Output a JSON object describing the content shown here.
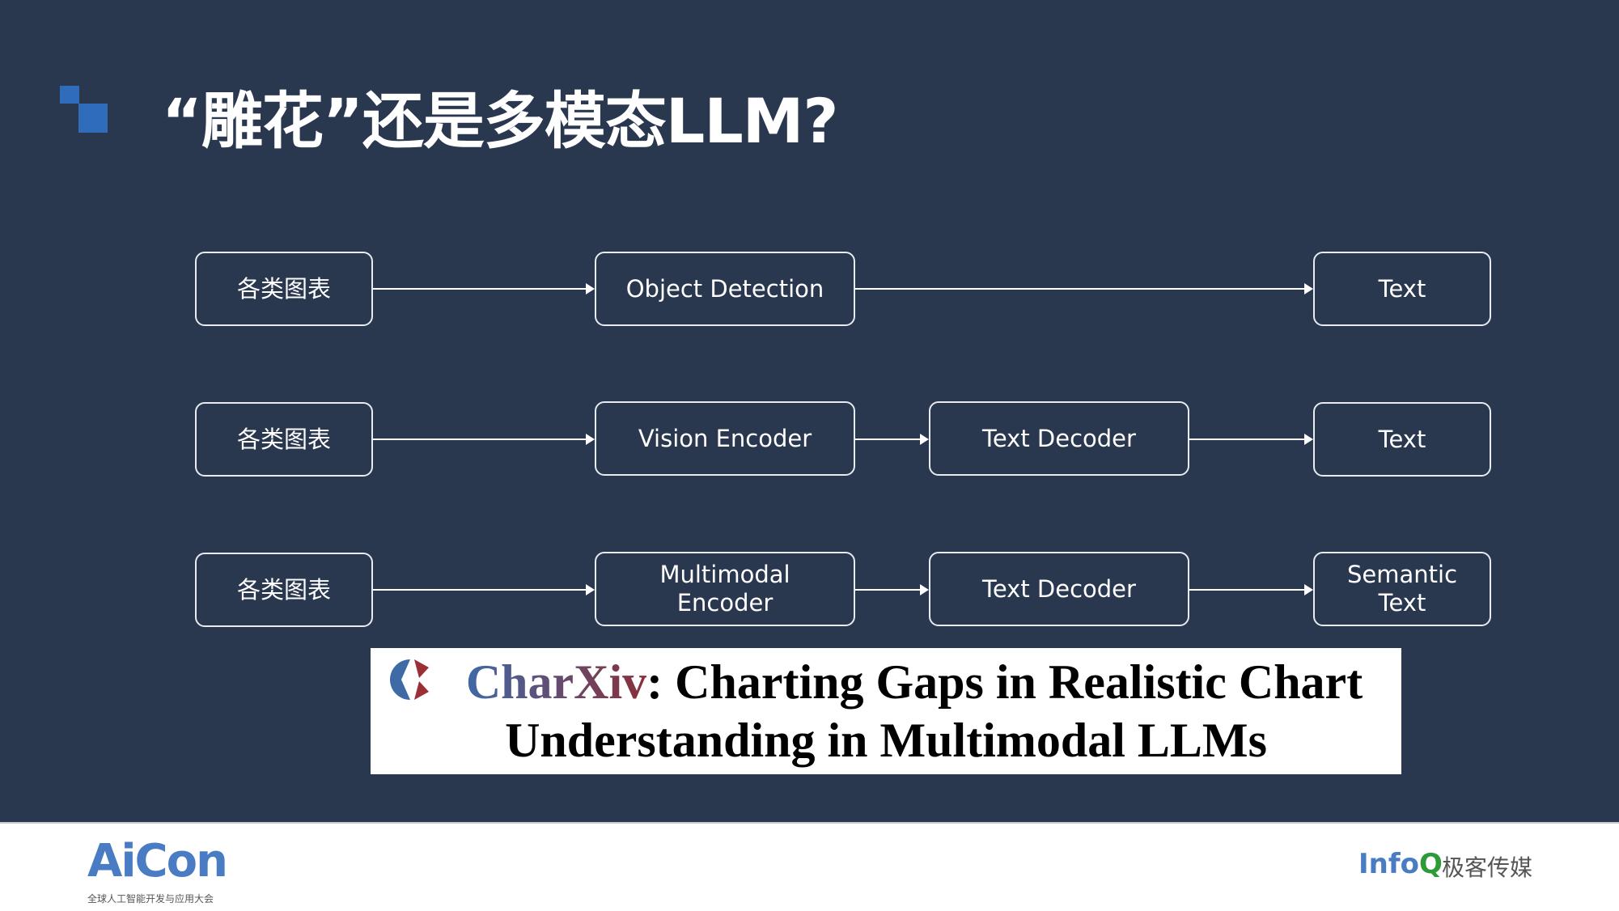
{
  "title": "“雕花”还是多模态LLM?",
  "rows": [
    {
      "input": "各类图表",
      "stages": [
        "Object Detection"
      ],
      "output": "Text"
    },
    {
      "input": "各类图表",
      "stages": [
        "Vision Encoder",
        "Text Decoder"
      ],
      "output": "Text"
    },
    {
      "input": "各类图表",
      "stages": [
        "Multimodal\nEncoder",
        "Text Decoder"
      ],
      "output": "Semantic\nText"
    }
  ],
  "paper": {
    "name": "CharXiv",
    "title_rest": ": Charting Gaps in Realistic Chart",
    "title_line2": "Understanding in Multimodal LLMs"
  },
  "footer": {
    "left_logo": "AiCon",
    "left_sub": "全球人工智能开发与应用大会",
    "right_logo_a": "Info",
    "right_logo_b": "Q",
    "right_cn": "极客传媒"
  },
  "colors": {
    "background": "#29374f",
    "accent": "#2f6cba"
  }
}
